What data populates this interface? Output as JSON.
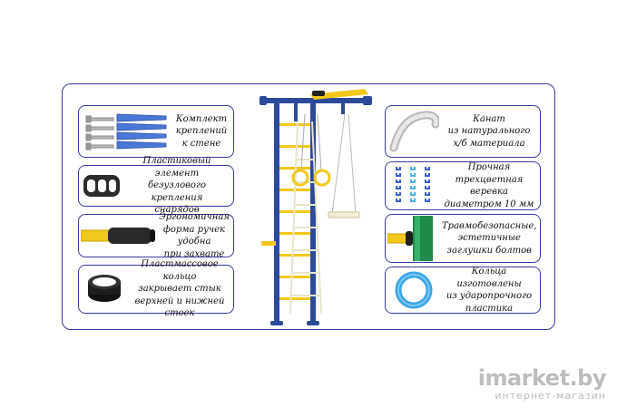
{
  "colors": {
    "border": "#3a3aa0",
    "frame_blue": "#2b4a9a",
    "frame_yellow": "#f2c81a",
    "ladder_white": "#f4f0dc",
    "watermark": "#bdbdbd"
  },
  "left_features": [
    {
      "icon": "fastener-kit-icon",
      "text": "Комплект\nкреплений\nк стене"
    },
    {
      "icon": "plastic-connector-icon",
      "text": "Пластиковый элемент\nбезузлового крепления\nснарядов"
    },
    {
      "icon": "grip-handle-icon",
      "text": "Эргономичная\nформа ручек удобна\nпри захвате"
    },
    {
      "icon": "plastic-ring-icon",
      "text": "Пластмассовое кольцо\nзакрывает стык\nверхней и нижней стоек"
    }
  ],
  "right_features": [
    {
      "icon": "cotton-rope-icon",
      "text": "Канат\nиз натурального\nх/б материала"
    },
    {
      "icon": "braided-rope-icon",
      "text": "Прочная\nтрехцветная веревка\nдиаметром 10 мм"
    },
    {
      "icon": "bolt-cap-icon",
      "text": "Травмобезопасные,\nэстетичные\nзаглушки болтов"
    },
    {
      "icon": "blue-ring-icon",
      "text": "Кольца изготовлены\nиз ударопрочного\nпластика"
    }
  ],
  "watermark": {
    "main": "imarket.by",
    "sub": "интернет-магазин"
  }
}
